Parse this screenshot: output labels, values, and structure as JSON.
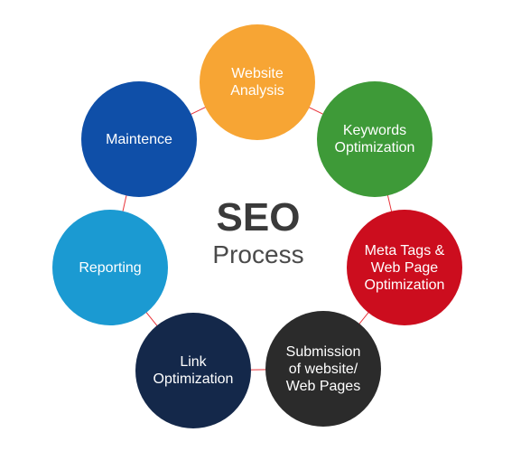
{
  "center": {
    "title": "SEO",
    "subtitle": "Process"
  },
  "colors": {
    "connector": "#e8343b",
    "website_analysis": "#f7a534",
    "keywords_optimization": "#3e9a38",
    "meta_tags": "#cc0d1e",
    "submission": "#2b2b2b",
    "link_optimization": "#14284a",
    "reporting": "#1b9ad2",
    "maintence": "#0f4fa8"
  },
  "nodes": [
    {
      "label": "Website\nAnalysis"
    },
    {
      "label": "Keywords\nOptimization"
    },
    {
      "label": "Meta Tags &\nWeb Page\nOptimization"
    },
    {
      "label": "Submission\nof website/\nWeb Pages"
    },
    {
      "label": "Link\nOptimization"
    },
    {
      "label": "Reporting"
    },
    {
      "label": "Maintence"
    }
  ]
}
